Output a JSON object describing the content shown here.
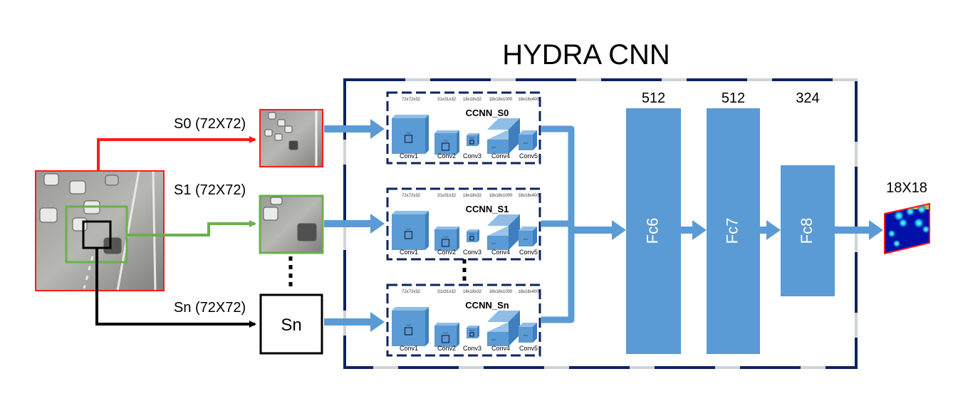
{
  "title": "HYDRA CNN",
  "colors": {
    "frame": "#0d2461",
    "frame_gap": "#cfd3d8",
    "layer_blue": "#5b9bd5",
    "layer_blue_dark": "#3f7fbf",
    "layer_blue_top": "#8fbde6",
    "scale_s0": "#ff1a1a",
    "scale_s1": "#6ab04c",
    "scale_sn": "#000000"
  },
  "input": {
    "name": "input-frame"
  },
  "scales": [
    {
      "id": "S0",
      "label": "S0 (72X72)",
      "color_key": "scale_s0"
    },
    {
      "id": "S1",
      "label": "S1 (72X72)",
      "color_key": "scale_s1"
    },
    {
      "id": "Sn",
      "label": "Sn (72X72)",
      "color_key": "scale_sn",
      "box_text": "Sn"
    }
  ],
  "ccnn_heads": [
    {
      "name": "CCNN_S0"
    },
    {
      "name": "CCNN_S1"
    },
    {
      "name": "CCNN_Sn"
    }
  ],
  "conv_layers": [
    {
      "name": "Conv1",
      "size": "72x72x32",
      "kernel": "7x7"
    },
    {
      "name": "Conv2",
      "size": "31x31x32",
      "kernel": "7x7"
    },
    {
      "name": "Conv3",
      "size": "18x18x32",
      "kernel": "3x3"
    },
    {
      "name": "Conv4",
      "size": "18x18x1000",
      "kernel": "1x1"
    },
    {
      "name": "Conv5",
      "size": "18x18x400",
      "kernel": "1x1"
    }
  ],
  "fc_layers": [
    {
      "name": "Fc6",
      "units": "512"
    },
    {
      "name": "Fc7",
      "units": "512"
    },
    {
      "name": "Fc8",
      "units": "324"
    }
  ],
  "output": {
    "label": "18X18"
  }
}
